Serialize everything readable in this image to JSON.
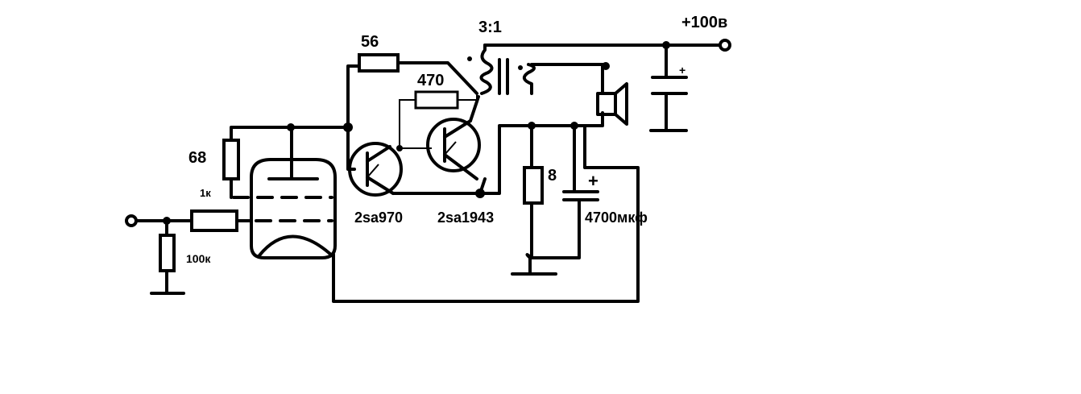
{
  "labels": {
    "supply": "+100в",
    "ratio": "3:1",
    "r56": "56",
    "r470": "470",
    "r68": "68",
    "r1k": "1к",
    "r100k": "100к",
    "q1": "2sa970",
    "q2": "2sa1943",
    "r8": "8",
    "cap_value": "4700мкф",
    "cap_plus": "+",
    "supply_cap_plus": "+"
  },
  "colors": {
    "ink": "#000000",
    "background": "#ffffff"
  }
}
